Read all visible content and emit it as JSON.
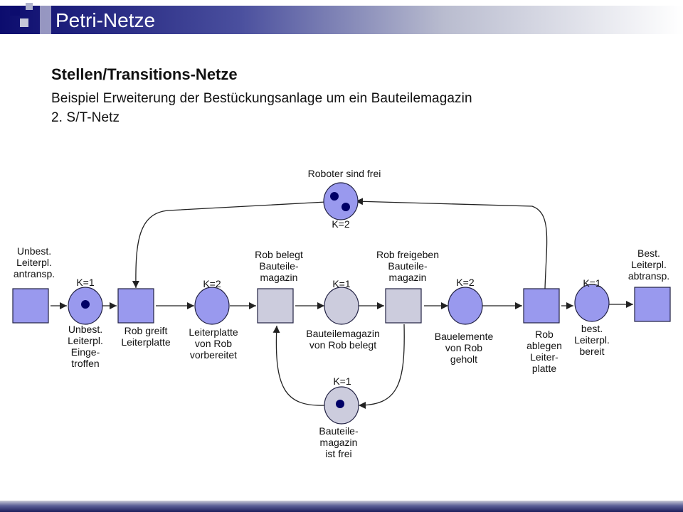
{
  "header": {
    "title": "Petri-Netze",
    "colors": {
      "dark": "#0c0c6e",
      "mid": "#4a4f9e",
      "light": "#b9bccf"
    }
  },
  "heading": "Stellen/Transitions-Netze",
  "subtitle_lines": [
    "Beispiel Erweiterung der Bestückungsanlage um ein Bauteilemagazin",
    "2. S/T-Netz"
  ],
  "net": {
    "colors": {
      "node_fill": "#9999ee",
      "node_fill_light": "#ccccdd",
      "stroke": "#222244",
      "token": "#000066",
      "arc": "#222222"
    },
    "places": [
      {
        "id": "unbest-eingetroffen",
        "capacity": "K=1",
        "tokens": 1,
        "label_lines": [
          "Unbest.",
          "Leiterpl.",
          "Einge-",
          "troffen"
        ]
      },
      {
        "id": "leiterplatte-vorbereitet",
        "capacity": "K=2",
        "tokens": 0,
        "label_lines": [
          "Leiterplatte",
          "von Rob",
          "vorbereitet"
        ]
      },
      {
        "id": "bauteilemagazin-belegt",
        "capacity": "K=1",
        "tokens": 0,
        "label_lines": [
          "Bauteilemagazin",
          "von Rob belegt"
        ]
      },
      {
        "id": "bauelemente-geholt",
        "capacity": "K=2",
        "tokens": 0,
        "label_lines": [
          "Bauelemente",
          "von Rob",
          "geholt"
        ]
      },
      {
        "id": "leiterpl-bereit",
        "capacity": "K=1",
        "tokens": 0,
        "label_lines": [
          "best.",
          "Leiterpl.",
          "bereit"
        ]
      },
      {
        "id": "roboter-frei",
        "capacity": "K=2",
        "tokens": 2,
        "label_lines": [
          "Roboter sind frei"
        ]
      },
      {
        "id": "magazin-frei",
        "capacity": "K=1",
        "tokens": 1,
        "label_lines": [
          "Bauteile-",
          "magazin",
          "ist frei"
        ]
      }
    ],
    "transitions": [
      {
        "id": "unbest-antransp",
        "label_lines": [
          "Unbest.",
          "Leiterpl.",
          "antransp."
        ]
      },
      {
        "id": "rob-greift",
        "label_lines": [
          "Rob greift",
          "Leiterplatte"
        ]
      },
      {
        "id": "rob-belegt-magazin",
        "label_lines": [
          "Rob belegt",
          "Bauteile-",
          "magazin"
        ]
      },
      {
        "id": "rob-freigeben-magazin",
        "label_lines": [
          "Rob freigeben",
          "Bauteile-",
          "magazin"
        ]
      },
      {
        "id": "rob-ablegen",
        "label_lines": [
          "Rob",
          "ablegen",
          "Leiter-",
          "platte"
        ]
      },
      {
        "id": "best-abtransp",
        "label_lines": [
          "Best.",
          "Leiterpl.",
          "abtransp."
        ]
      }
    ]
  }
}
